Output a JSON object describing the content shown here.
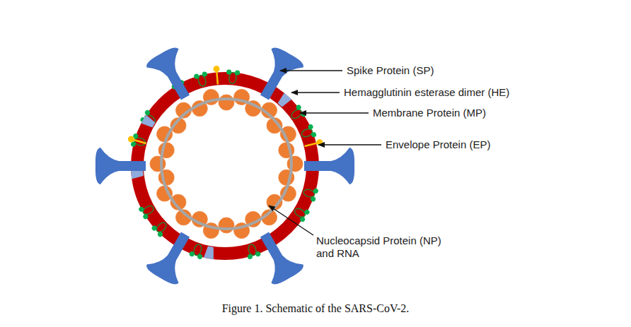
{
  "diagram": {
    "caption": "Figure 1. Schematic of the SARS-CoV-2.",
    "labels": [
      "Spike Protein (SP)",
      "Hemagglutinin esterase dimer (HE)",
      "Membrane Protein (MP)",
      "Envelope Protein (EP)",
      "Nucleocapsid Protein (NP) and RNA"
    ]
  }
}
